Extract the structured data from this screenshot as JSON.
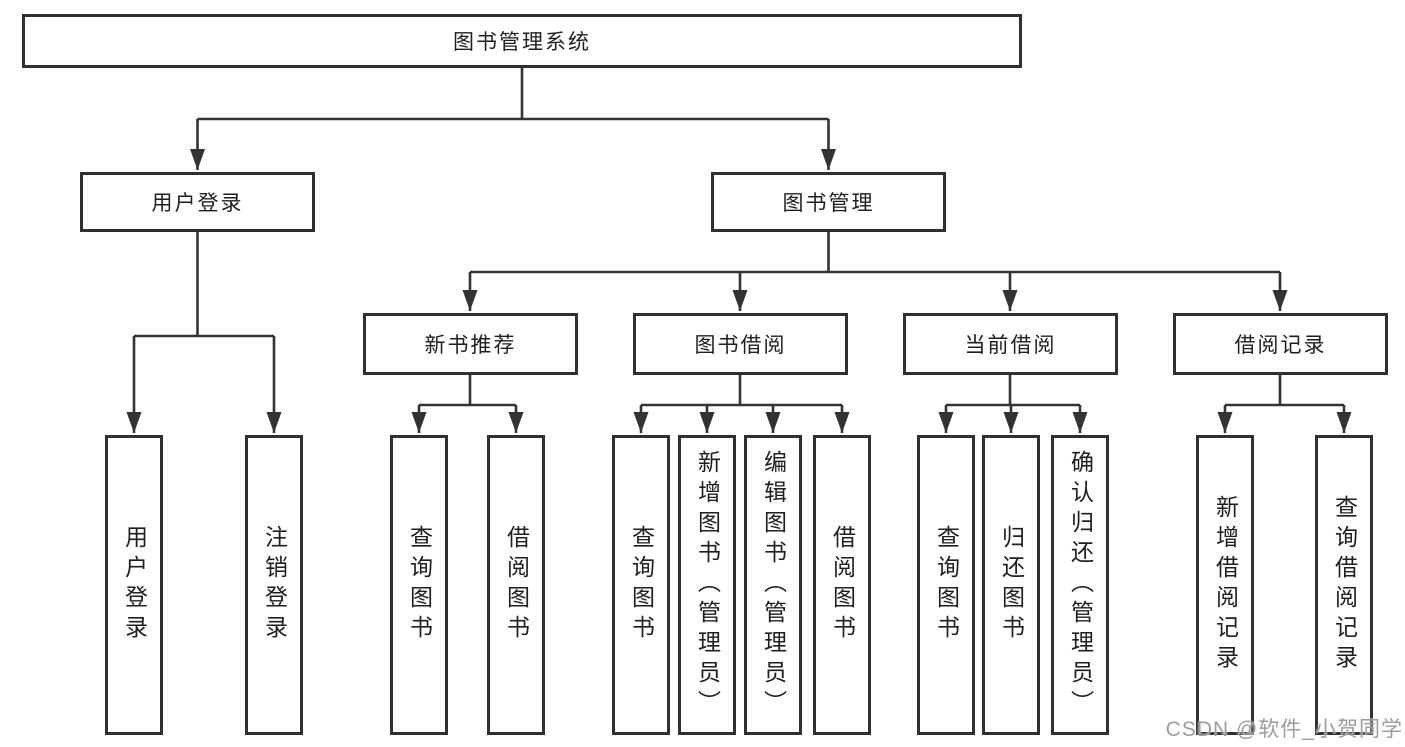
{
  "diagram": {
    "root": {
      "label": "图书管理系统"
    },
    "branches": [
      {
        "label": "用户登录"
      },
      {
        "label": "图书管理"
      }
    ],
    "modules": [
      {
        "label": "新书推荐"
      },
      {
        "label": "图书借阅"
      },
      {
        "label": "当前借阅"
      },
      {
        "label": "借阅记录"
      }
    ],
    "leaves": {
      "user_login": [
        "用户登录",
        "注销登录"
      ],
      "new_book_recommend": [
        "查询图书",
        "借阅图书"
      ],
      "book_borrow": [
        "查询图书",
        "新增图书（管理员）",
        "编辑图书（管理员）",
        "借阅图书"
      ],
      "current_borrow": [
        "查询图书",
        "归还图书",
        "确认归还（管理员）"
      ],
      "borrow_records": [
        "新增借阅记录",
        "查询借阅记录"
      ]
    }
  },
  "watermark": {
    "text": "CSDN @软件_小贺同学"
  },
  "colors": {
    "line": "#333333",
    "border": "#303030",
    "text": "#1f1f1f",
    "watermark": "#9c9c9c",
    "background": "#ffffff"
  }
}
